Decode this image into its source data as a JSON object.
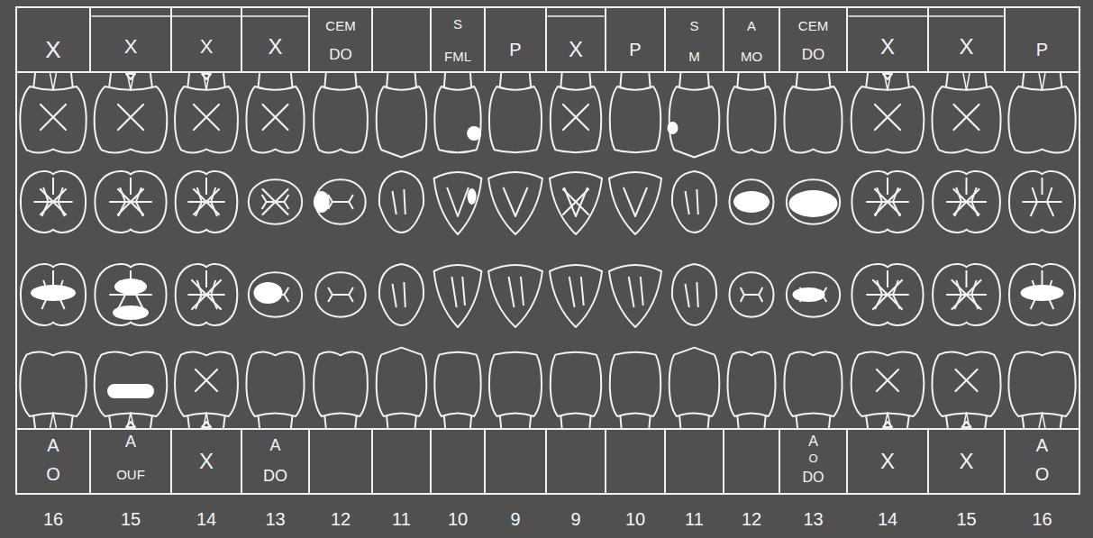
{
  "diagram": {
    "labels": [
      "X",
      "X",
      "X",
      "X",
      "CEM",
      "DO",
      "S",
      "FML",
      "P",
      "X",
      "P",
      "S",
      "M",
      "A",
      "MO",
      "CEM",
      "DO",
      "X",
      "X",
      "P",
      "A",
      "O",
      "A",
      "OUF",
      "X",
      "A",
      "DO",
      "A",
      "O",
      "DO",
      "X",
      "X",
      "A",
      "O",
      "16",
      "15",
      "14",
      "13",
      "12",
      "11",
      "10",
      "9",
      "9",
      "10",
      "11",
      "12",
      "13",
      "14",
      "15",
      "16"
    ]
  }
}
